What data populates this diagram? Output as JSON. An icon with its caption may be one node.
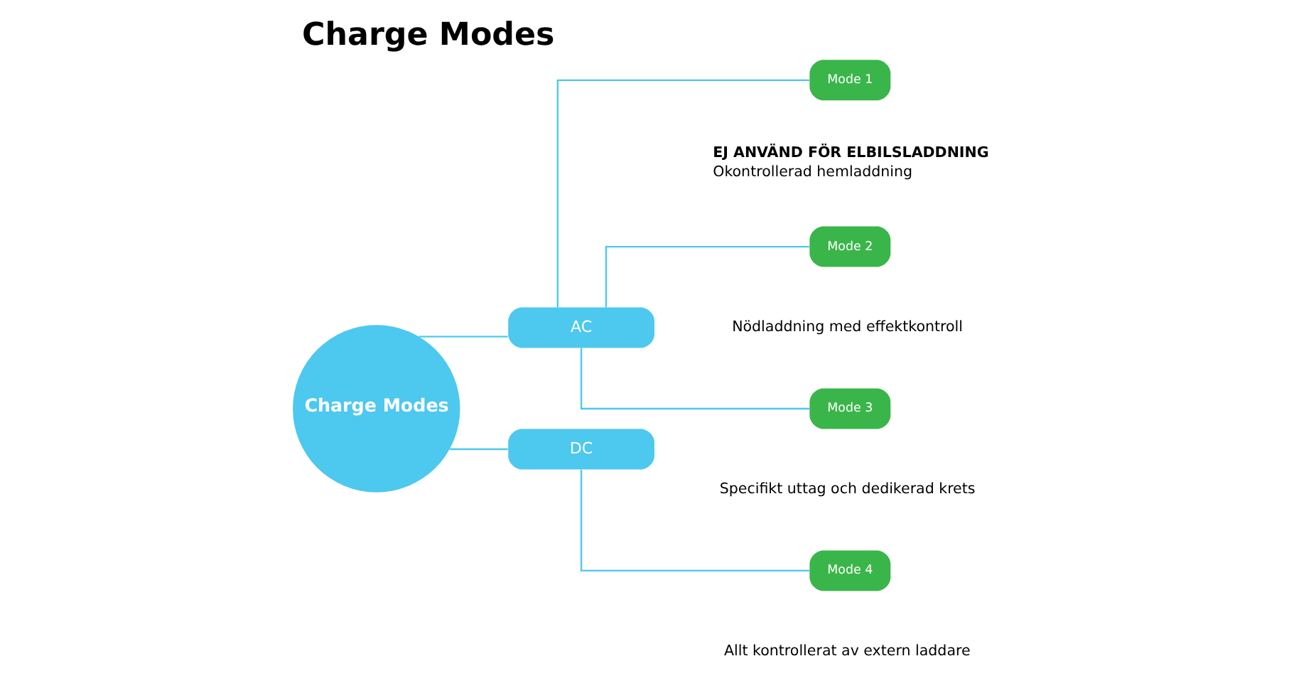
{
  "diagram": {
    "title": "Charge Modes",
    "nodes": [
      {
        "text": [
          "Charge Modes"
        ]
      },
      {
        "text": [
          "AC"
        ]
      },
      {
        "text": [
          "DC"
        ]
      },
      {
        "text": [
          "Mode 1"
        ],
        "beside": [
          "EJ ANVÄND FÖR ELBILSLADDNING",
          "Okontrollerad hemladdning"
        ]
      },
      {
        "text": [
          "Mode 2"
        ],
        "beside": [
          "Nödladdning med effektkontroll"
        ]
      },
      {
        "text": [
          "Mode 3"
        ],
        "beside": [
          "Specifikt uttag och dedikerad krets"
        ]
      },
      {
        "text": [
          "Mode 4"
        ],
        "beside": [
          "Allt kontrollerat av extern laddare"
        ]
      }
    ],
    "edges": [
      {
        "from": 0,
        "to": 1,
        "arrow": "none"
      },
      {
        "from": 0,
        "to": 2,
        "arrow": "none"
      },
      {
        "from": 1,
        "to": 3,
        "arrow": "none"
      },
      {
        "from": 1,
        "to": 4,
        "arrow": "none"
      },
      {
        "from": 1,
        "to": 5,
        "arrow": "none"
      },
      {
        "from": 2,
        "to": 6,
        "arrow": "none"
      }
    ]
  }
}
